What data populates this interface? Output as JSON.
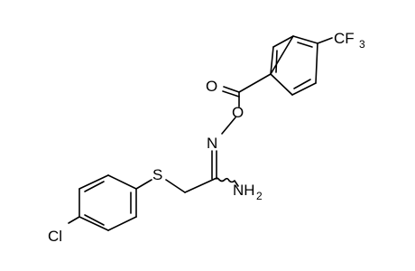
{
  "molecule": {
    "atom_labels": {
      "carbonyl_oxygen": "O",
      "ester_oxygen": "O",
      "imine_nitrogen": "N",
      "thioether_sulfur": "S",
      "chlorine": "Cl",
      "amine_nitrogen": "NH",
      "amine_subscript": "2",
      "trifluoromethyl": "CF",
      "trifluoromethyl_subscript": "3"
    }
  }
}
